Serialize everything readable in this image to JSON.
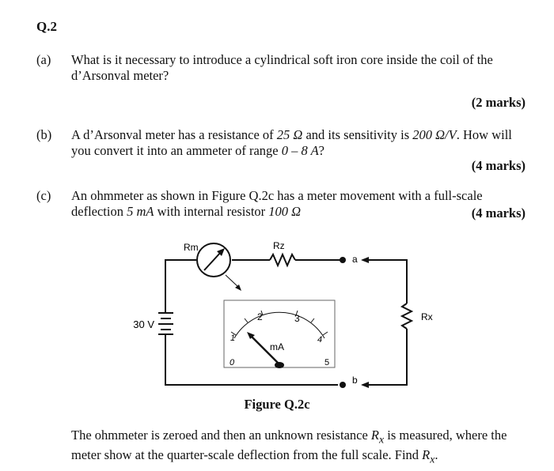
{
  "question_label": "Q.2",
  "parts": [
    {
      "label": "(a)",
      "text_line1": "What is it necessary to introduce a cylindrical soft iron core inside the coil of the",
      "text_line2": "d’Arsonval meter?",
      "marks": "(2 marks)"
    },
    {
      "label": "(b)",
      "text_pre1": "A d’Arsonval meter has a resistance of ",
      "resistance": "25 Ω",
      "text_mid1": " and its sensitivity is ",
      "sensitivity": "200 Ω/V",
      "text_post1": ". How will",
      "text_pre2": "you convert it into an ammeter of range ",
      "range": "0 – 8 A",
      "text_post2": "?",
      "marks": "(4 marks)"
    },
    {
      "label": "(c)",
      "text_line1": "An ohmmeter as shown in Figure Q.2c has a meter movement with a full-scale",
      "text_pre2": "deflection ",
      "fsd": "5 mA",
      "text_mid2": " with internal resistor ",
      "rint": "100 Ω",
      "marks": "(4 marks)"
    }
  ],
  "figure": {
    "caption": "Figure Q.2c",
    "battery_label": "30 V",
    "rm_label": "Rm",
    "rz_label": "Rz",
    "rx_label": "Rx",
    "terminal_a": "a",
    "terminal_b": "b",
    "meter_unit": "mA",
    "scale_ticks": [
      "0",
      "1",
      "2",
      "3",
      "4",
      "5"
    ]
  },
  "closing": {
    "text_pre1": "The ohmmeter is zeroed and then an unknown resistance ",
    "rx_symbol": "R",
    "rx_sub": "x",
    "text_post1": " is measured, where the",
    "text_pre2": "meter show at the quarter-scale deflection from the full scale. Find ",
    "find_symbol": "R",
    "find_sub": "x",
    "text_post2": "."
  }
}
